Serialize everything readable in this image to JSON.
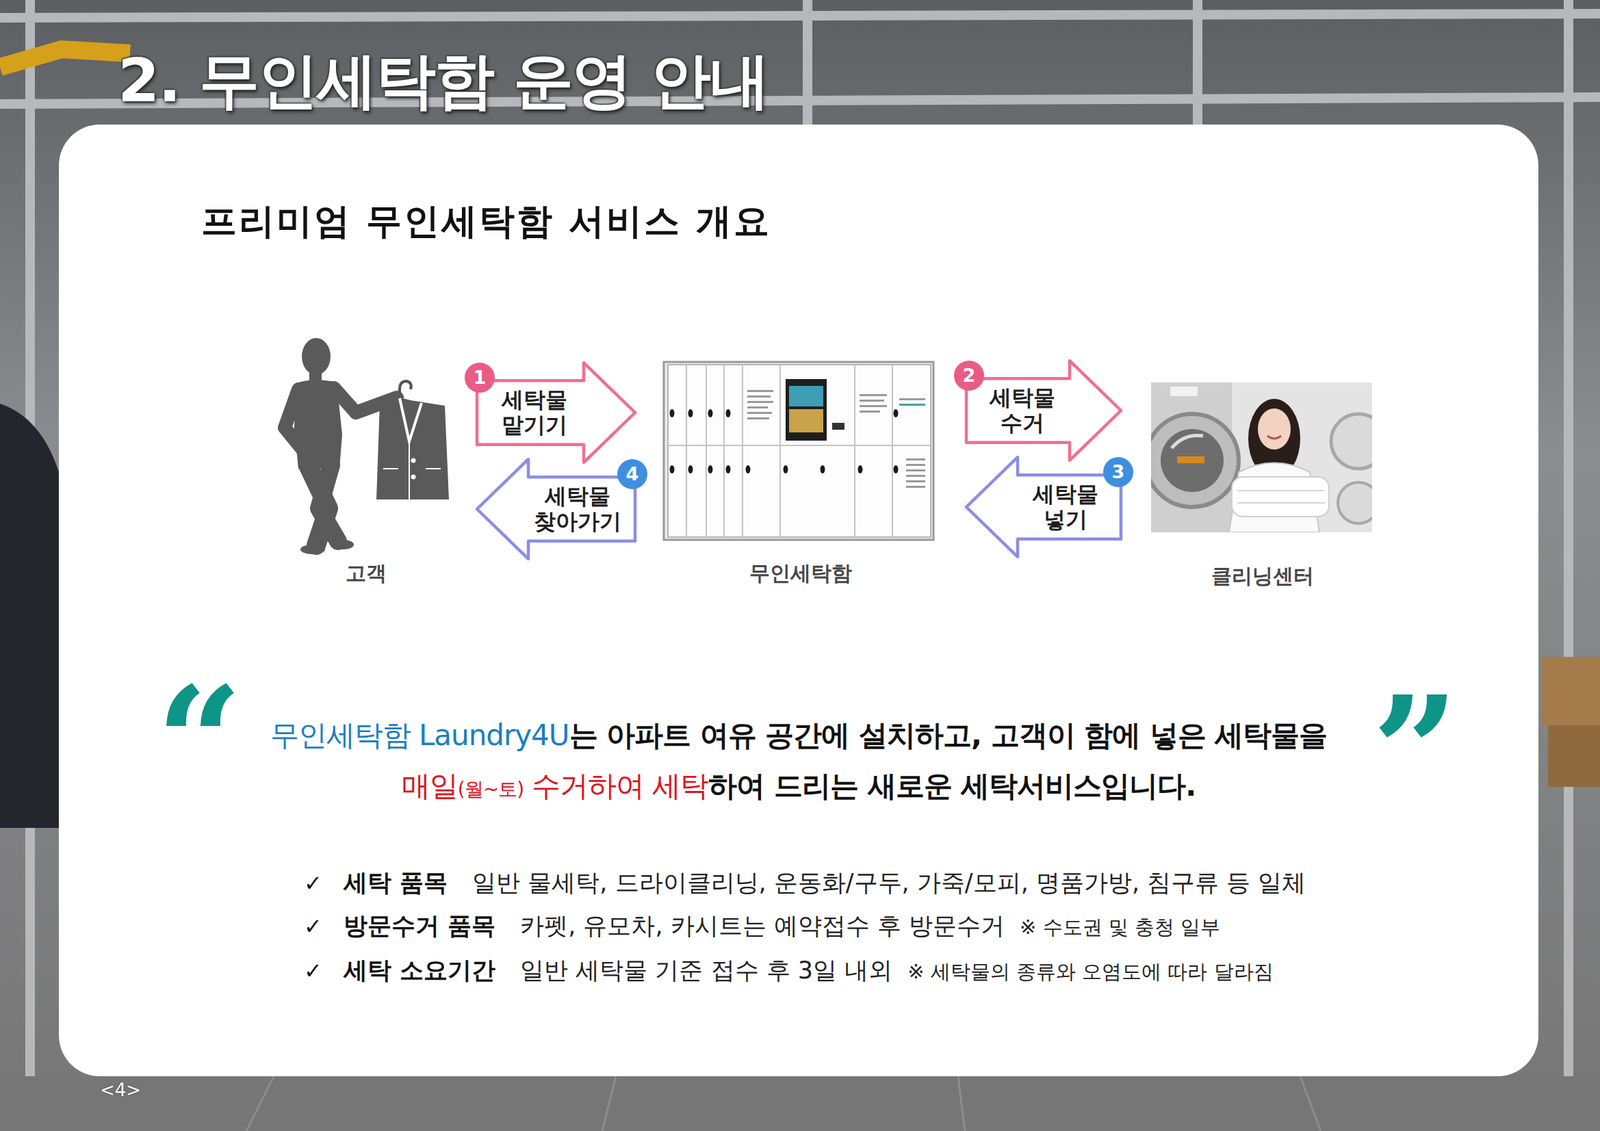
{
  "diagram": {
    "title": "2. 무인세탁함 운영 안내",
    "nodes": [
      {
        "text": [
          "고객"
        ]
      },
      {
        "text": [
          "무인세탁함"
        ]
      },
      {
        "text": [
          "클리닝센터"
        ]
      }
    ],
    "edges": [
      {
        "from": 0,
        "to": 1,
        "label": "세탁물 맡기기",
        "arrow": "to"
      },
      {
        "from": 1,
        "to": 0,
        "label": "세탁물 찾아가기",
        "arrow": "to"
      },
      {
        "from": 1,
        "to": 2,
        "label": "세탁물 수거",
        "arrow": "to"
      },
      {
        "from": 2,
        "to": 1,
        "label": "세탁물 넣기",
        "arrow": "to"
      }
    ],
    "labels": [
      "프리미엄 무인세탁함 서비스 개요",
      "1",
      "4",
      "2",
      "3",
      "“",
      "무인세탁함 Laundry4U",
      "는 아파트 여유 공간에 설치하고, 고객이 함에 넣은 세탁물을",
      "매일",
      "(월~토)",
      "수거하여 세탁",
      "하여 드리는 새로운 세탁서비스입니다.",
      "”",
      "✓",
      "세탁 품목",
      "일반 물세탁, 드라이클리닝, 운동화/구두, 가죽/모피, 명품가방, 침구류 등 일체",
      "✓",
      "방문수거 품목",
      "카펫, 유모차, 카시트는 예약접수 후 방문수거",
      "※ 수도권 및 충청 일부",
      "✓",
      "세탁 소요기간",
      "일반 세탁물 기준 접수 후 3일 내외",
      "※ 세탁물의 종류와 오염도에 따라 달라짐",
      "<4>"
    ]
  }
}
